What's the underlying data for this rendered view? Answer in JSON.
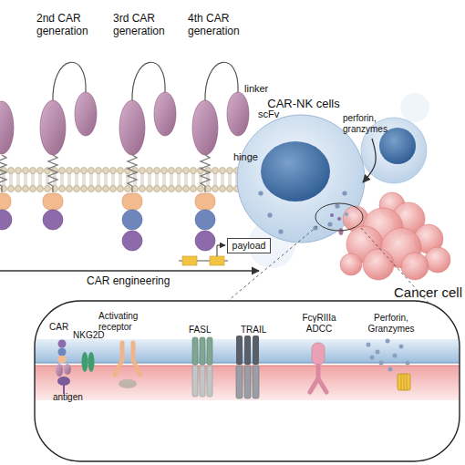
{
  "diagram": {
    "nodes": [
      {
        "text": [
          "CAR-NK cells"
        ]
      },
      {
        "text": [
          "payload"
        ]
      },
      {
        "text": [
          "Cancer cell"
        ]
      }
    ],
    "edges": [
      {
        "from": 0,
        "to": 2,
        "arrow": "to",
        "label": "perforin, granzymes"
      }
    ],
    "labels": [
      "2nd CAR generation",
      "3rd CAR generation",
      "4th CAR generation",
      "linker",
      "scFv",
      "hinge",
      "CAR engineering",
      "CAR",
      "NKG2D",
      "Activating receptor",
      "FASL",
      "TRAIL",
      "FcγRIIIa ADCC",
      "Perforin, Granzymes",
      "antigen"
    ]
  }
}
